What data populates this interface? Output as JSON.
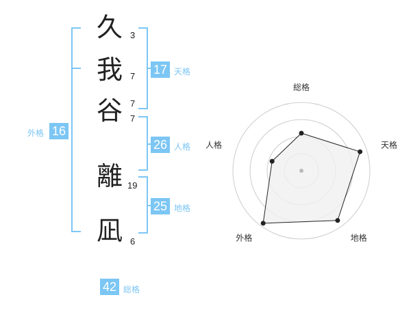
{
  "name": {
    "chars": [
      {
        "char": "久",
        "strokes": "3"
      },
      {
        "char": "我",
        "strokes": "7"
      },
      {
        "char": "谷",
        "strokes": "7"
      },
      {
        "char": "",
        "strokes": "7"
      },
      {
        "char": "離",
        "strokes": "19"
      },
      {
        "char": "凪",
        "strokes": "6"
      }
    ]
  },
  "kakaku": {
    "tenkaku": {
      "value": "17",
      "label": "天格"
    },
    "jinkaku": {
      "value": "26",
      "label": "人格"
    },
    "chikaku": {
      "value": "25",
      "label": "地格"
    },
    "gaikaku": {
      "value": "16",
      "label": "外格"
    },
    "soukaku": {
      "value": "42",
      "label": "総格"
    }
  },
  "chart_data": {
    "type": "radar",
    "axes": [
      "総格",
      "天格",
      "地格",
      "外格",
      "人格"
    ],
    "values": [
      0.55,
      0.9,
      0.9,
      0.95,
      0.45
    ],
    "rings": 4,
    "colors": {
      "fill": "#f0f0f0",
      "line": "#222222",
      "ring": "#cccccc",
      "center": "#bbbbbb"
    }
  }
}
